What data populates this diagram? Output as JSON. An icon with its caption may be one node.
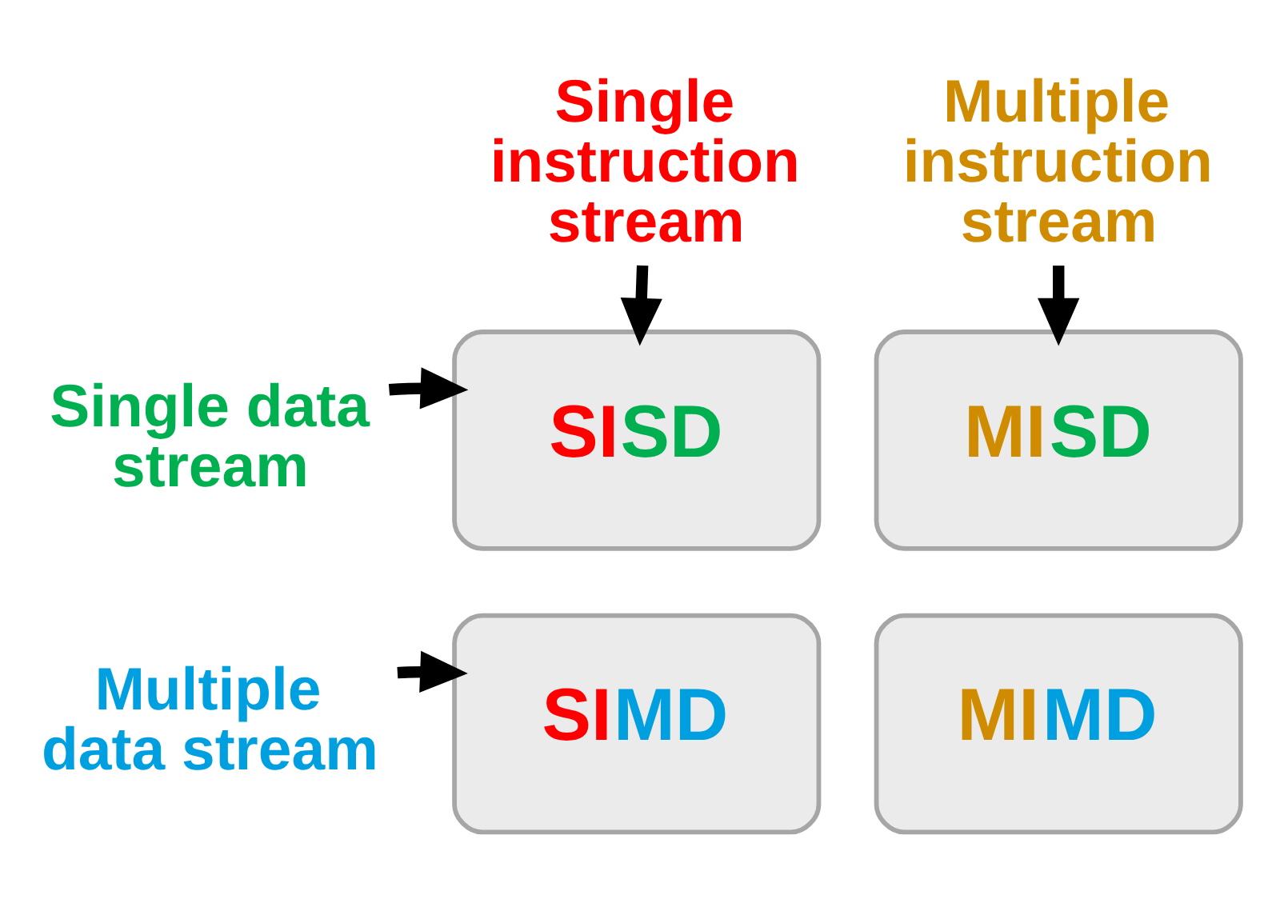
{
  "diagram": {
    "nodes": [
      {
        "text": [
          "Single instruction stream"
        ]
      },
      {
        "text": [
          "Multiple instruction stream"
        ]
      },
      {
        "text": [
          "Single data stream"
        ]
      },
      {
        "text": [
          "SISD"
        ]
      },
      {
        "text": [
          "MISD"
        ]
      },
      {
        "text": [
          "Multiple data stream"
        ]
      },
      {
        "text": [
          "SIMD"
        ]
      },
      {
        "text": [
          "MIMD"
        ]
      }
    ],
    "edges": [
      {
        "from": 0,
        "to": 3,
        "arrow": "to"
      },
      {
        "from": 1,
        "to": 4,
        "arrow": "to"
      },
      {
        "from": 2,
        "to": 3,
        "arrow": "to"
      },
      {
        "from": 5,
        "to": 6,
        "arrow": "to"
      }
    ]
  }
}
